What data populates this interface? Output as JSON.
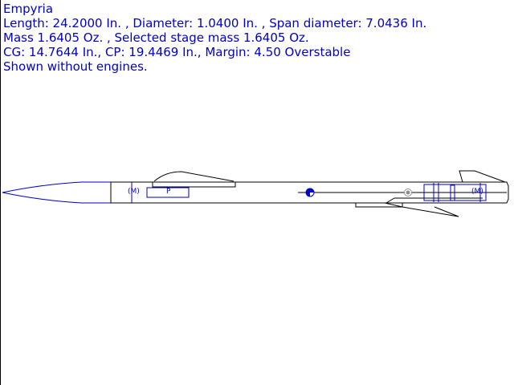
{
  "rocket": {
    "name": "Empyria",
    "line_length": "Length: 24.2000 In. , Diameter: 1.0400 In. , Span diameter: 7.0436 In.",
    "line_mass": "Mass 1.6405 Oz. , Selected stage mass 1.6405 Oz.",
    "line_stability": "CG: 14.7644 In., CP: 19.4469 In., Margin: 4.50 Overstable",
    "line_note": "Shown without engines."
  },
  "figure": {
    "mass_label_1": "(M)",
    "mass_label_2": "(M)",
    "parachute_label": "P",
    "colors": {
      "outline": "#000000",
      "internal": "#0000c8",
      "cp": "#909090"
    }
  }
}
